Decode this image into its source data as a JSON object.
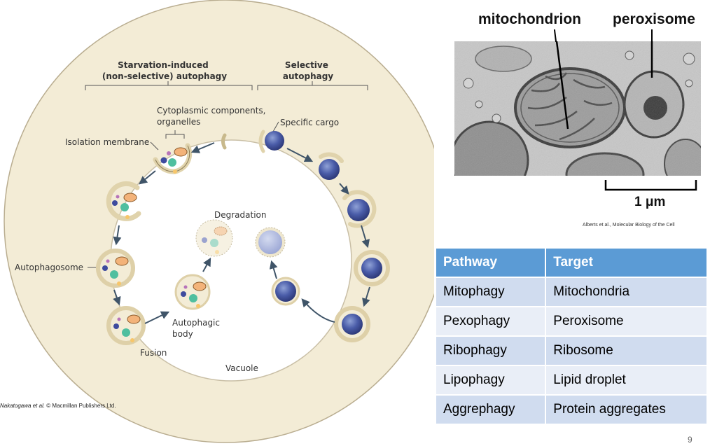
{
  "diagram": {
    "header_left": [
      "Starvation-induced",
      "(non-selective) autophagy"
    ],
    "header_right": [
      "Selective",
      "autophagy"
    ],
    "cytoplasmic_label": [
      "Cytoplasmic components,",
      "organelles"
    ],
    "specific_cargo": "Specific cargo",
    "isolation_membrane": "Isolation membrane",
    "degradation": "Degradation",
    "autophagosome": "Autophagosome",
    "autophagic_body": [
      "Autophagic",
      "body"
    ],
    "fusion": "Fusion",
    "vacuole": "Vacuole",
    "credit_author": "Nakatogawa",
    "credit_rest": " © Macmillan Publishers Ltd."
  },
  "micrograph": {
    "label_mito": "mitochondrion",
    "label_perox": "peroxisome",
    "scale_bar": "1 μm",
    "credit": "Alberts et al., Molecular Biology of the Cell"
  },
  "table": {
    "headers": [
      "Pathway",
      "Target"
    ],
    "rows": [
      [
        "Mitophagy",
        "Mitochondria"
      ],
      [
        "Pexophagy",
        "Peroxisome"
      ],
      [
        "Ribophagy",
        "Ribosome"
      ],
      [
        "Lipophagy",
        "Lipid droplet"
      ],
      [
        "Aggrephagy",
        "Protein aggregates"
      ]
    ]
  },
  "page_number": "9"
}
